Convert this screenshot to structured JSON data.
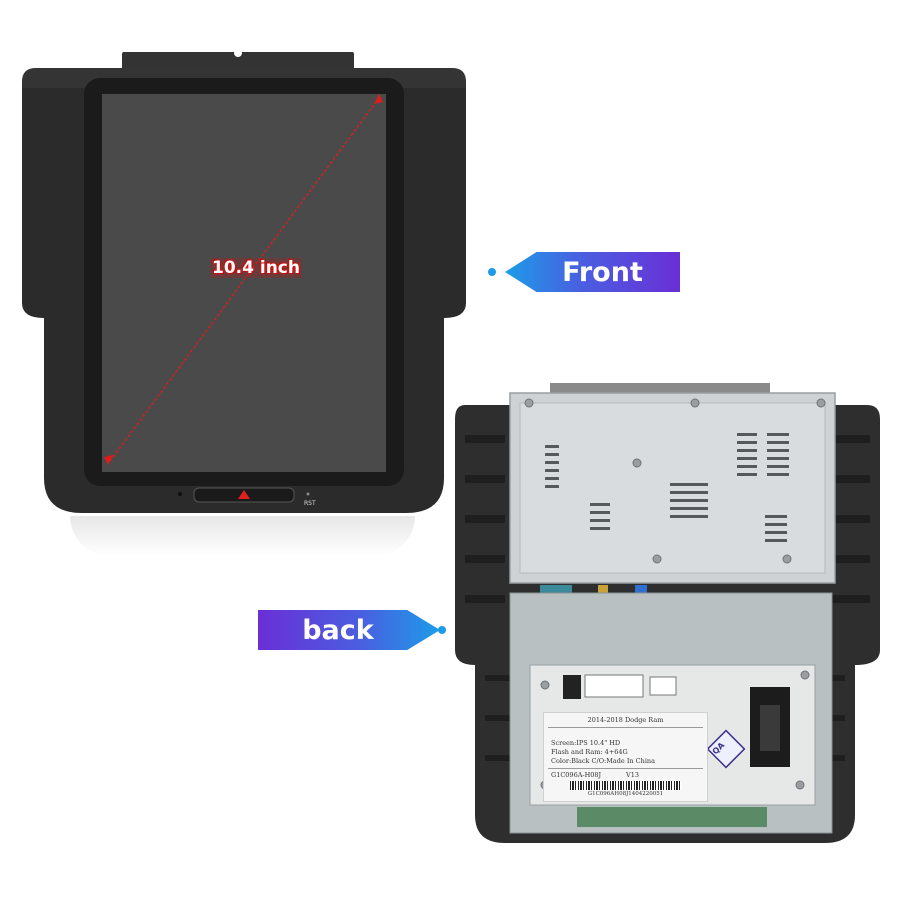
{
  "front": {
    "size_label": "10.4 inch",
    "rst_label": "RST",
    "tag_label": "Front"
  },
  "back": {
    "tag_label": "back",
    "sticker": {
      "title": "2014-2018 Dodge Ram",
      "line1": "Screen:IPS 10.4\" HD",
      "line2": "Flash and Ram: 4+64G",
      "line3": "Color:Black    C/O:Made In China",
      "model": "G1C096A-H08J",
      "version": "V13",
      "serial": "G1C096AH08J1404220051"
    },
    "qa_stamp": "QA"
  },
  "colors": {
    "tag_start": "#1c9ce8",
    "tag_end": "#6a2fd6",
    "diagonal": "#e01b1b",
    "bezel": "#2b2b2b",
    "screen": "#4a4a4a"
  }
}
